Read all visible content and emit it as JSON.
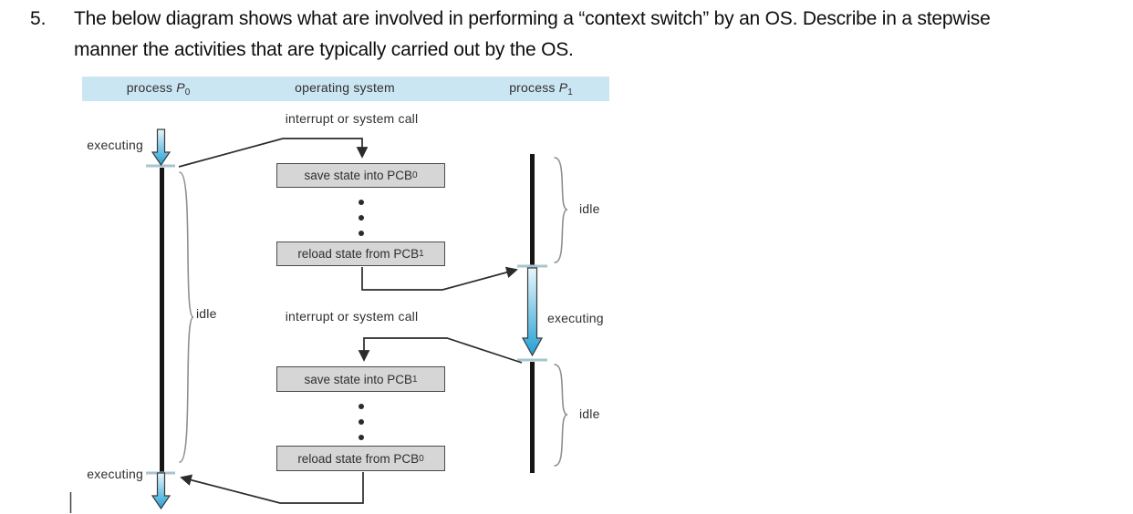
{
  "question": {
    "number": "5.",
    "line1": "The below diagram shows what are involved in performing a “context switch” by an OS. Describe in a stepwise",
    "line2": "manner the activities that are typically carried out by the OS."
  },
  "diagram": {
    "header": {
      "p0": {
        "prefix": "process ",
        "var": "P",
        "sub": "0"
      },
      "os": "operating system",
      "p1": {
        "prefix": "process ",
        "var": "P",
        "sub": "1"
      }
    },
    "labels": {
      "interrupt_top": "interrupt or system call",
      "interrupt_mid": "interrupt or system call",
      "executing_top_left": "executing",
      "executing_right": "executing",
      "executing_bottom_left": "executing",
      "idle_left": "idle",
      "idle_right_top": "idle",
      "idle_right_bottom": "idle"
    },
    "boxes": {
      "save0": {
        "text": "save state into PCB",
        "sub": "0"
      },
      "reload1": {
        "text": "reload state from PCB",
        "sub": "1"
      },
      "save1": {
        "text": "save state into PCB",
        "sub": "1"
      },
      "reload0": {
        "text": "reload state from PCB",
        "sub": "0"
      }
    },
    "colors": {
      "header_bg": "#cbe6f3",
      "box_bg": "#d6d6d6",
      "box_border": "#4a4a4a",
      "timeline_bar": "#161616",
      "connector": "#2b2b2b",
      "brace": "#8f8f8f",
      "junction_tick": "#a9c4cf",
      "arrow_gradient_top": "#e8f6fc",
      "arrow_gradient_bottom": "#23a0d4"
    }
  }
}
